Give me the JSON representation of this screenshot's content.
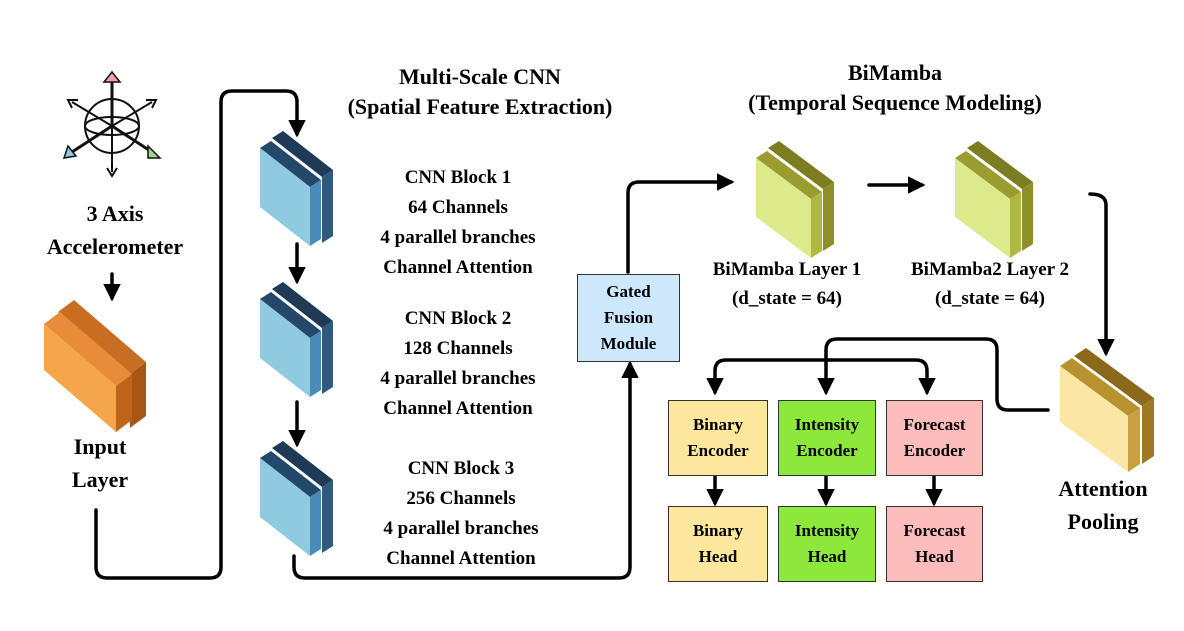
{
  "sensor": {
    "line1": "3 Axis",
    "line2": "Accelerometer"
  },
  "input_layer": {
    "line1": "Input",
    "line2": "Layer"
  },
  "cnn_section": {
    "title1": "Multi-Scale CNN",
    "title2": "(Spatial Feature Extraction)"
  },
  "cnn_blocks": [
    {
      "line1": "CNN Block 1",
      "line2": "64 Channels",
      "line3": "4 parallel branches",
      "line4": "Channel Attention"
    },
    {
      "line1": "CNN Block 2",
      "line2": "128 Channels",
      "line3": "4 parallel branches",
      "line4": "Channel Attention"
    },
    {
      "line1": "CNN Block 3",
      "line2": "256 Channels",
      "line3": "4 parallel branches",
      "line4": "Channel Attention"
    }
  ],
  "fusion": {
    "line1": "Gated",
    "line2": "Fusion",
    "line3": "Module"
  },
  "mamba_section": {
    "title1": "BiMamba",
    "title2": "(Temporal Sequence Modeling)"
  },
  "mamba_layers": [
    {
      "line1": "BiMamba Layer 1",
      "line2": "(d_state = 64)"
    },
    {
      "line1": "BiMamba2 Layer 2",
      "line2": "(d_state = 64)"
    }
  ],
  "pooling": {
    "line1": "Attention",
    "line2": "Pooling"
  },
  "encoders": [
    {
      "line1": "Binary",
      "line2": "Encoder"
    },
    {
      "line1": "Intensity",
      "line2": "Encoder"
    },
    {
      "line1": "Forecast",
      "line2": "Encoder"
    }
  ],
  "heads": [
    {
      "line1": "Binary",
      "line2": "Head"
    },
    {
      "line1": "Intensity",
      "line2": "Head"
    },
    {
      "line1": "Forecast",
      "line2": "Head"
    }
  ],
  "colors": {
    "input_layer": "#f5a54a",
    "cnn": "#8ecae0",
    "mamba": "#dcea8c",
    "pooling": "#fbe6a6",
    "fusion": "#cde8fb",
    "binary": "#fde79c",
    "intensity": "#8de83c",
    "forecast": "#fdbcbc"
  }
}
